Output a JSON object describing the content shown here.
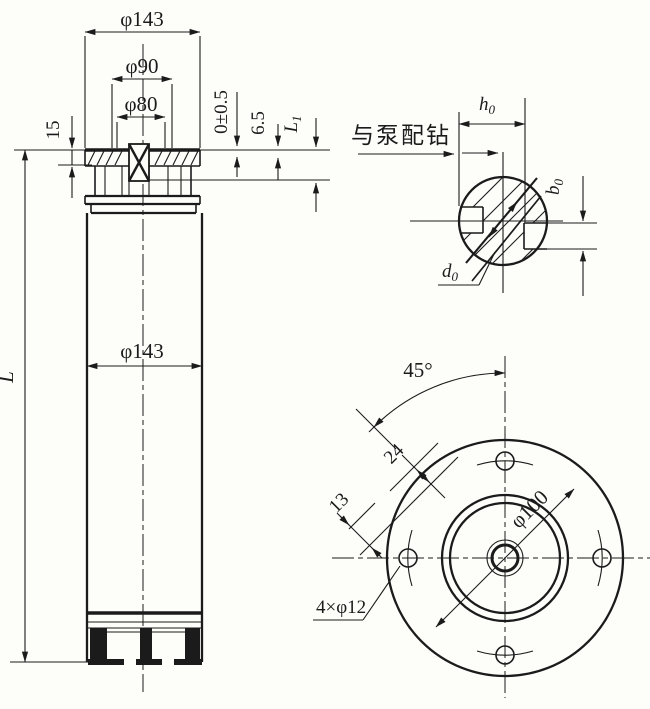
{
  "figure": {
    "kind": "engineering-drawing",
    "ink_color": "#1b1b1b",
    "paper_color": "#fdfdfa",
    "views": {
      "side": {
        "title": "motor-side-elevation",
        "dims": {
          "flange_od_top": "φ143",
          "spigot_outer": "φ90",
          "spigot_inner": "φ80",
          "flange_thickness": "15",
          "shaft_end_tolerance": "0±0.5",
          "recess_depth": "6.5",
          "shaft_extension": {
            "base": "L",
            "sub": "1"
          },
          "overall_length": "L",
          "body_od": "φ143"
        }
      },
      "shaft_section": {
        "title": "shaft-end-cross-section",
        "note": "与泵配钻",
        "dims": {
          "hole_position": {
            "base": "h",
            "sub": "0"
          },
          "hole_width": {
            "base": "b",
            "sub": "0"
          },
          "shaft_diameter": {
            "base": "d",
            "sub": "0"
          }
        }
      },
      "flange_face": {
        "title": "mounting-flange-face",
        "dims": {
          "hole_spacing_angle": "45°",
          "slot_outer_width": "24",
          "slot_inner_width": "13",
          "bolt_circle": "φ100",
          "bolt_holes": "4×φ12"
        }
      }
    }
  }
}
